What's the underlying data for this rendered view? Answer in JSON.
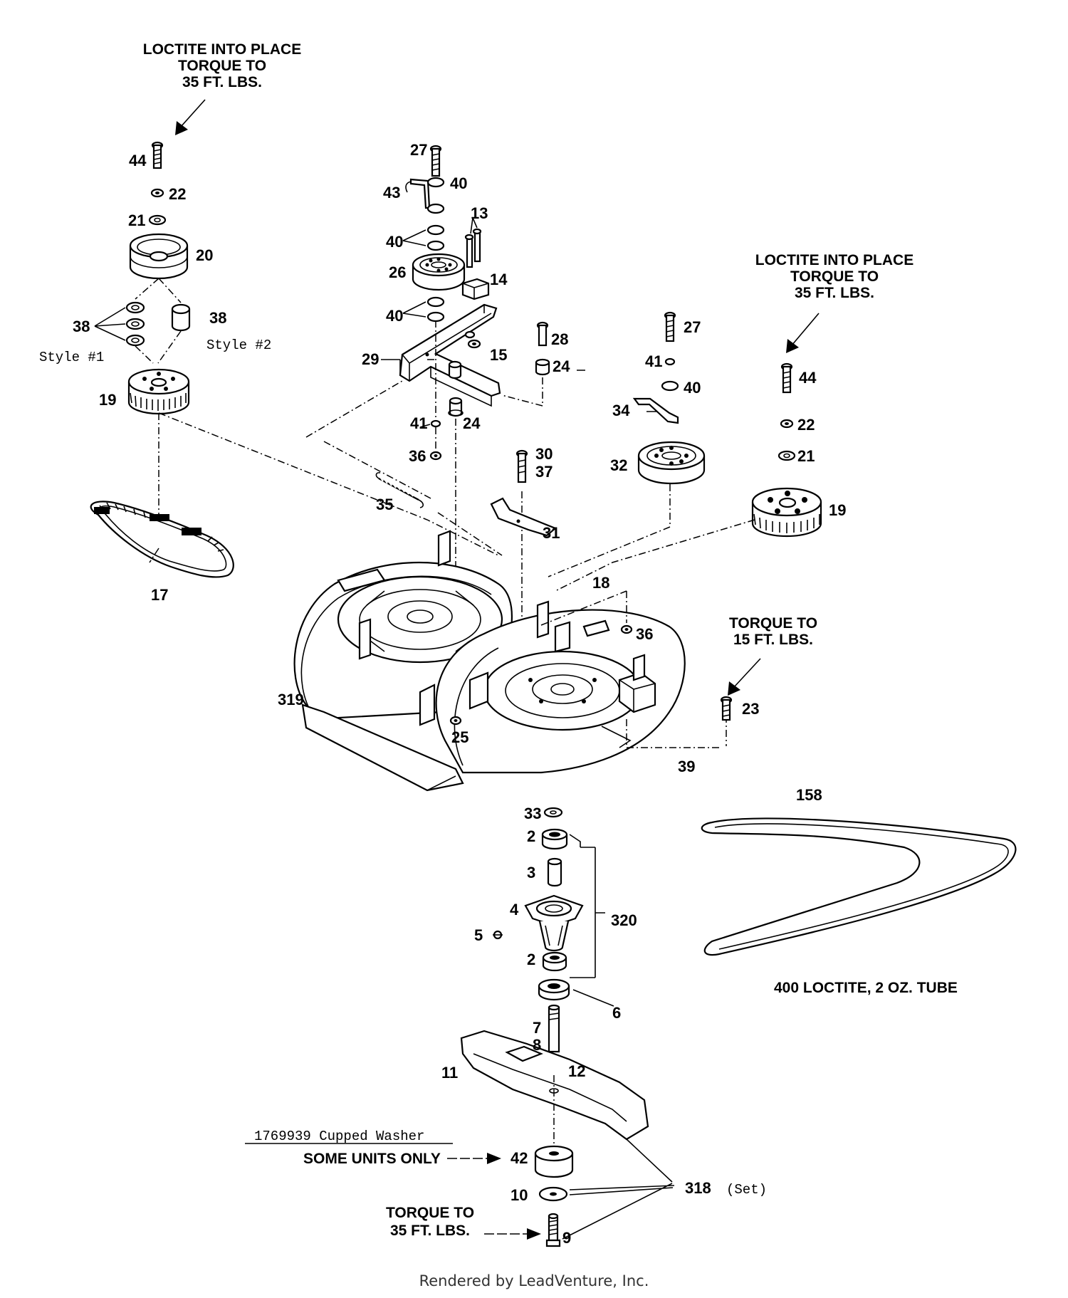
{
  "notes": {
    "top_left": [
      "LOCTITE INTO PLACE",
      "TORQUE TO",
      "35 FT. LBS."
    ],
    "right": [
      "LOCTITE INTO PLACE",
      "TORQUE TO",
      "35 FT. LBS."
    ],
    "torque_15": [
      "TORQUE TO",
      "15 FT. LBS."
    ],
    "torque_35_bottom": [
      "TORQUE TO",
      "35 FT. LBS."
    ],
    "cupped_washer": "1769939 Cupped Washer",
    "some_units": "SOME UNITS ONLY",
    "loctite_tube": "400  LOCTITE, 2 OZ. TUBE",
    "style1": "Style #1",
    "style2": "Style #2",
    "set": "(Set)"
  },
  "part_labels": {
    "p44a": "44",
    "p22a": "22",
    "p21a": "21",
    "p20": "20",
    "p38a": "38",
    "p38b": "38",
    "p19a": "19",
    "p17": "17",
    "p27a": "27",
    "p40a": "40",
    "p43": "43",
    "p13": "13",
    "p40b": "40",
    "p26": "26",
    "p14": "14",
    "p40c": "40",
    "p28": "28",
    "p29": "29",
    "p15": "15",
    "p24a": "24",
    "p41a": "41",
    "p24b": "24",
    "p36a": "36",
    "p35": "35",
    "p30": "30",
    "p37": "37",
    "p31": "31",
    "p27b": "27",
    "p41b": "41",
    "p40d": "40",
    "p34": "34",
    "p32": "32",
    "p44b": "44",
    "p22b": "22",
    "p21b": "21",
    "p19b": "19",
    "p18": "18",
    "p36b": "36",
    "p23": "23",
    "p319": "319",
    "p25": "25",
    "p39": "39",
    "p158": "158",
    "p33": "33",
    "p2a": "2",
    "p3": "3",
    "p4": "4",
    "p5": "5",
    "p320": "320",
    "p2b": "2",
    "p6": "6",
    "p7": "7",
    "p8": "8",
    "p11": "11",
    "p12": "12",
    "p42": "42",
    "p10": "10",
    "p318": "318",
    "p9": "9"
  },
  "credit": "Rendered by LeadVenture, Inc."
}
